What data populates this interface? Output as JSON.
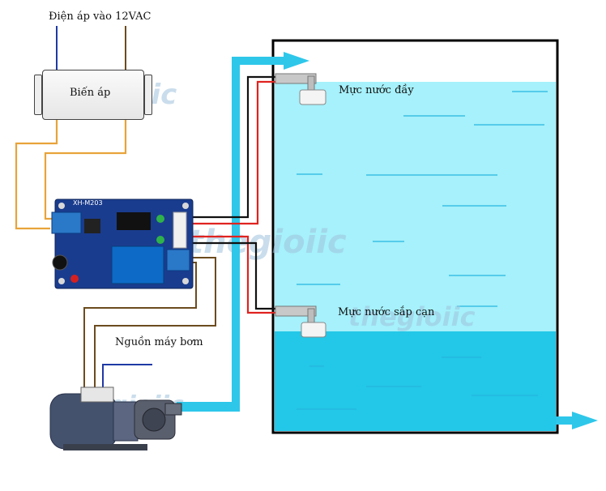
{
  "labels": {
    "input_voltage": "Điện áp vào 12VAC",
    "transformer": "Biến áp",
    "level_full": "Mực nước đầy",
    "level_low": "Mực nước sắp cạn",
    "pump_power": "Nguồn máy bơm",
    "module_model": "XH-M203"
  },
  "watermark": "thegioiic",
  "colors": {
    "water_upper": "#a6f1fb",
    "water_lower": "#23c7e7",
    "pipe": "#2ec7ea",
    "board": "#1a3c8e",
    "wire_orange": "#e8a33a",
    "wire_brown": "#6b4b1e",
    "wire_blue": "#1f3aa6",
    "wire_red": "#e0231f",
    "wire_black": "#111111"
  }
}
